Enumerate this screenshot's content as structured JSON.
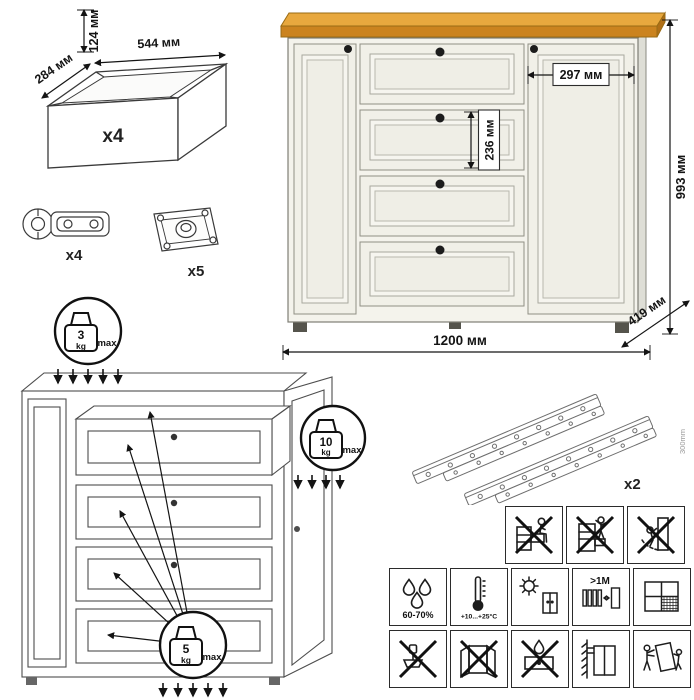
{
  "parts": {
    "drawer_box": {
      "height": "124 мм",
      "width": "544 мм",
      "depth": "284 мм",
      "quantity": "x4"
    },
    "hinge_quantity": "x4",
    "plate_quantity": "x5",
    "slides": {
      "quantity": "x2",
      "length": "300mm"
    }
  },
  "dresser": {
    "door_width": "297 мм",
    "drawer_front_height": "236 мм",
    "height": "993 мм",
    "width": "1200 мм",
    "depth": "419 мм"
  },
  "load_limits": {
    "top": {
      "value": "3",
      "unit": "kg",
      "suffix": "max"
    },
    "door": {
      "value": "10",
      "unit": "kg",
      "suffix": "max"
    },
    "drawer": {
      "value": "5",
      "unit": "kg",
      "suffix": "max"
    }
  },
  "care": {
    "humidity": "60-70%",
    "temperature": "+10...+25°C",
    "heat_distance": ">1M"
  },
  "colors": {
    "wood_top": "#E8A83E",
    "wood_front": "#CB831F",
    "body": "#F4F3EC",
    "line": "#141414"
  }
}
